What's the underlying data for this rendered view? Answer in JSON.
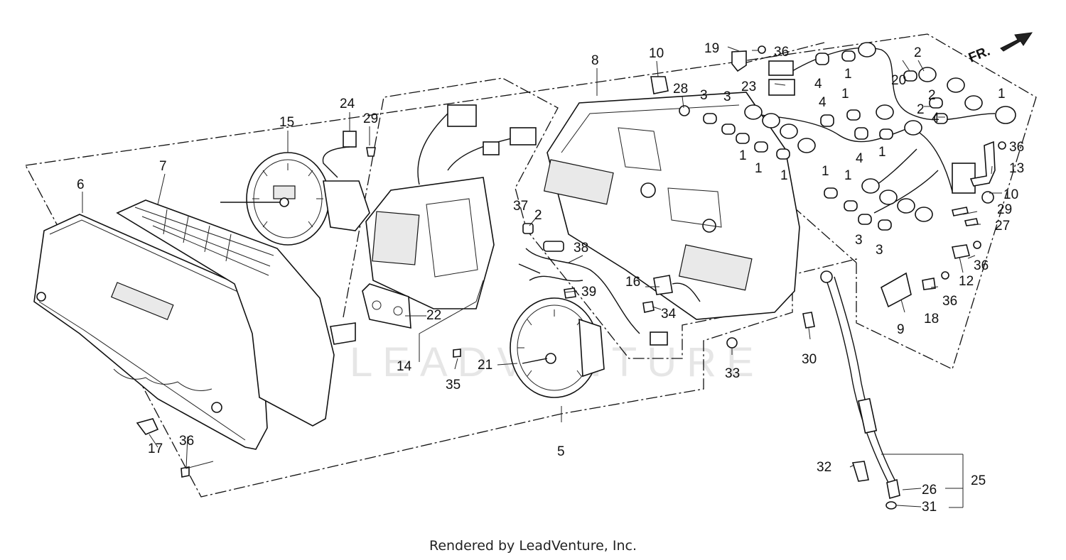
{
  "footer": "Rendered by LeadVenture, Inc.",
  "watermark": "LEADVENTURE",
  "direction_label": "FR.",
  "callouts": [
    {
      "id": "c1a",
      "text": "1"
    },
    {
      "id": "c1b",
      "text": "1"
    },
    {
      "id": "c1c",
      "text": "1"
    },
    {
      "id": "c1d",
      "text": "1"
    },
    {
      "id": "c1e",
      "text": "1"
    },
    {
      "id": "c1f",
      "text": "1"
    },
    {
      "id": "c1g",
      "text": "1"
    },
    {
      "id": "c1h",
      "text": "1"
    },
    {
      "id": "c1i",
      "text": "1"
    },
    {
      "id": "c2a",
      "text": "2"
    },
    {
      "id": "c2b",
      "text": "2"
    },
    {
      "id": "c2c",
      "text": "2"
    },
    {
      "id": "c2d",
      "text": "2"
    },
    {
      "id": "c3a",
      "text": "3"
    },
    {
      "id": "c3b",
      "text": "3"
    },
    {
      "id": "c3c",
      "text": "3"
    },
    {
      "id": "c3d",
      "text": "3"
    },
    {
      "id": "c4a",
      "text": "4"
    },
    {
      "id": "c4b",
      "text": "4"
    },
    {
      "id": "c4c",
      "text": "4"
    },
    {
      "id": "c4d",
      "text": "4"
    },
    {
      "id": "c5",
      "text": "5"
    },
    {
      "id": "c6",
      "text": "6"
    },
    {
      "id": "c7",
      "text": "7"
    },
    {
      "id": "c8",
      "text": "8"
    },
    {
      "id": "c9",
      "text": "9"
    },
    {
      "id": "c10a",
      "text": "10"
    },
    {
      "id": "c10b",
      "text": "10"
    },
    {
      "id": "c12",
      "text": "12"
    },
    {
      "id": "c13",
      "text": "13"
    },
    {
      "id": "c14",
      "text": "14"
    },
    {
      "id": "c15",
      "text": "15"
    },
    {
      "id": "c16",
      "text": "16"
    },
    {
      "id": "c17",
      "text": "17"
    },
    {
      "id": "c18",
      "text": "18"
    },
    {
      "id": "c19",
      "text": "19"
    },
    {
      "id": "c20",
      "text": "20"
    },
    {
      "id": "c21",
      "text": "21"
    },
    {
      "id": "c22",
      "text": "22"
    },
    {
      "id": "c23",
      "text": "23"
    },
    {
      "id": "c24",
      "text": "24"
    },
    {
      "id": "c25",
      "text": "25"
    },
    {
      "id": "c26",
      "text": "26"
    },
    {
      "id": "c27",
      "text": "27"
    },
    {
      "id": "c28",
      "text": "28"
    },
    {
      "id": "c29a",
      "text": "29"
    },
    {
      "id": "c29b",
      "text": "29"
    },
    {
      "id": "c30",
      "text": "30"
    },
    {
      "id": "c31",
      "text": "31"
    },
    {
      "id": "c32",
      "text": "32"
    },
    {
      "id": "c33",
      "text": "33"
    },
    {
      "id": "c34",
      "text": "34"
    },
    {
      "id": "c35",
      "text": "35"
    },
    {
      "id": "c36a",
      "text": "36"
    },
    {
      "id": "c36b",
      "text": "36"
    },
    {
      "id": "c36c",
      "text": "36"
    },
    {
      "id": "c36d",
      "text": "36"
    },
    {
      "id": "c36e",
      "text": "36"
    },
    {
      "id": "c37",
      "text": "37"
    },
    {
      "id": "c38",
      "text": "38"
    },
    {
      "id": "c39",
      "text": "39"
    }
  ]
}
